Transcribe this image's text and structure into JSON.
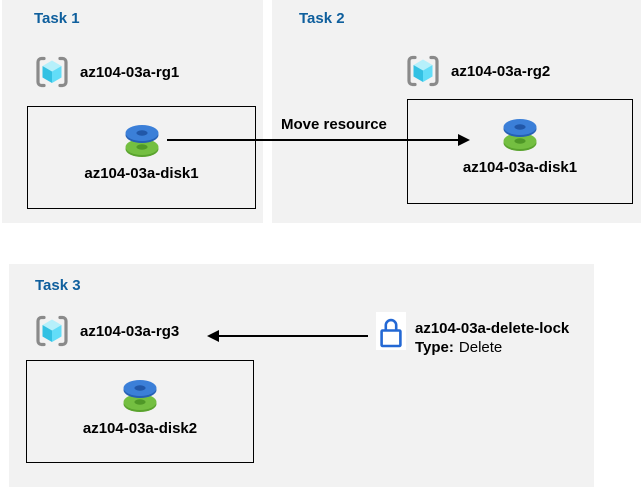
{
  "page": {
    "background": "#ffffff",
    "panel_bg": "#f2f2f2",
    "title_color": "#0f5f9d",
    "box_border_color": "#000000"
  },
  "tasks": [
    {
      "title": "Task 1",
      "resource_group": "az104-03a-rg1",
      "resource": "az104-03a-disk1"
    },
    {
      "title": "Task 2",
      "resource_group": "az104-03a-rg2",
      "resource": "az104-03a-disk1"
    },
    {
      "title": "Task 3",
      "resource_group": "az104-03a-rg3",
      "resource": "az104-03a-disk2"
    }
  ],
  "move_arrow": {
    "label": "Move resource"
  },
  "lock": {
    "name": "az104-03a-delete-lock",
    "type_label": "Type:",
    "type_value": "Delete",
    "color": "#2368d4"
  },
  "colors": {
    "disk_blue": "#3b7fd8",
    "disk_blue_dark": "#2560b4",
    "disk_green": "#74bf41",
    "disk_green_dark": "#5aa32e",
    "cube_top": "#b6f0fb",
    "cube_left": "#33c1e3",
    "cube_right": "#62ddf8",
    "bracket_gray": "#8a8a8a"
  }
}
